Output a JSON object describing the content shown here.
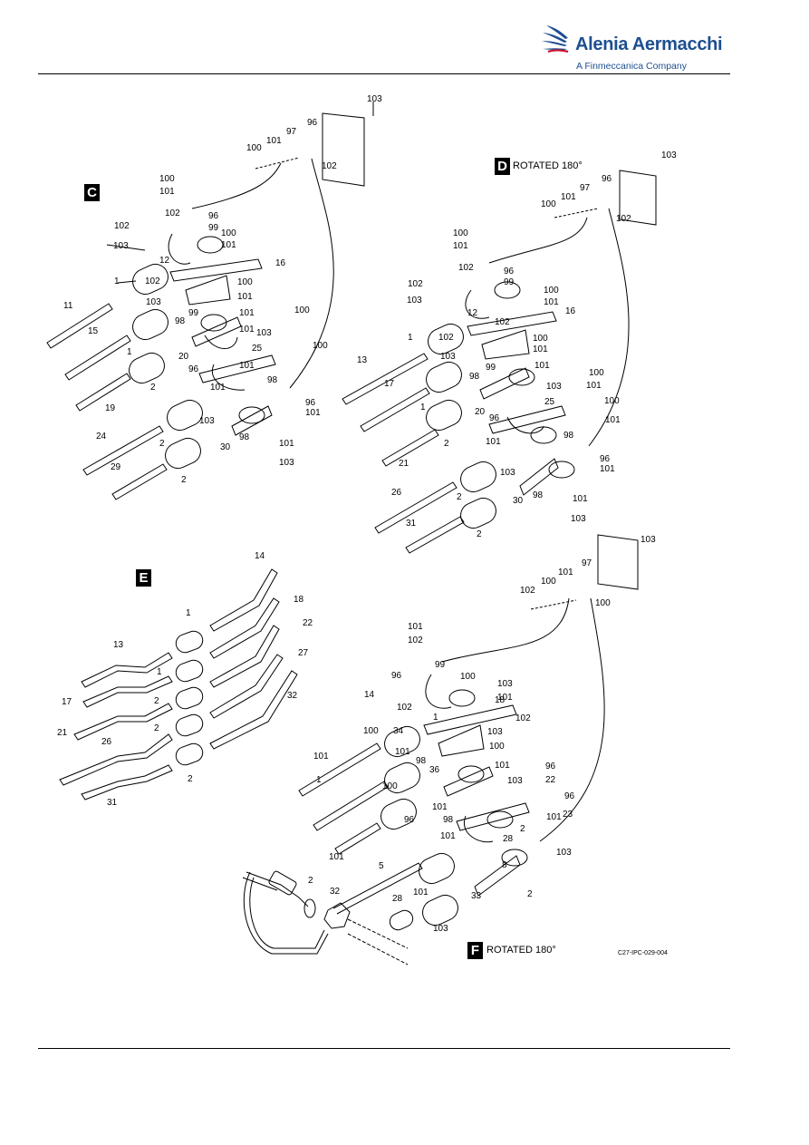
{
  "header": {
    "brand_name": "Alenia Aermacchi",
    "brand_tagline": "A Finmeccanica Company",
    "brand_color": "#1d4f91",
    "logo_icon": "swoosh-logo-icon"
  },
  "views": {
    "c": {
      "letter": "C",
      "note": ""
    },
    "d": {
      "letter": "D",
      "note": "ROTATED 180°"
    },
    "e": {
      "letter": "E",
      "note": ""
    },
    "f": {
      "letter": "F",
      "note": "ROTATED 180°"
    }
  },
  "figure_ref": "C27-IPC-029-004",
  "callouts": {
    "c": [
      "103",
      "96",
      "97",
      "101",
      "100",
      "102",
      "100",
      "101",
      "102",
      "96",
      "99",
      "100",
      "102",
      "101",
      "103",
      "12",
      "16",
      "1",
      "102",
      "100",
      "103",
      "101",
      "11",
      "15",
      "100",
      "99",
      "98",
      "101",
      "103",
      "101",
      "25",
      "100",
      "1",
      "20",
      "96",
      "101",
      "2",
      "19",
      "98",
      "101",
      "96",
      "103",
      "101",
      "24",
      "2",
      "30",
      "98",
      "101",
      "29",
      "2",
      "103"
    ],
    "d": [
      "103",
      "96",
      "97",
      "101",
      "100",
      "102",
      "100",
      "101",
      "102",
      "96",
      "99",
      "100",
      "102",
      "101",
      "103",
      "12",
      "16",
      "1",
      "102",
      "102",
      "100",
      "13",
      "103",
      "101",
      "99",
      "101",
      "100",
      "17",
      "98",
      "103",
      "101",
      "1",
      "20",
      "25",
      "100",
      "96",
      "101",
      "21",
      "2",
      "101",
      "98",
      "96",
      "103",
      "101",
      "26",
      "2",
      "30",
      "98",
      "101",
      "31",
      "2",
      "103"
    ],
    "e": [
      "14",
      "18",
      "1",
      "22",
      "13",
      "27",
      "1",
      "32",
      "17",
      "2",
      "21",
      "2",
      "26",
      "2",
      "31"
    ],
    "f": [
      "103",
      "97",
      "101",
      "100",
      "102",
      "100",
      "101",
      "102",
      "96",
      "99",
      "100",
      "103",
      "14",
      "101",
      "102",
      "18",
      "1",
      "102",
      "100",
      "34",
      "103",
      "101",
      "101",
      "100",
      "96",
      "98",
      "103",
      "101",
      "36",
      "1",
      "22",
      "100",
      "96",
      "101",
      "101",
      "98",
      "23",
      "2",
      "101",
      "96",
      "101",
      "28",
      "103",
      "5",
      "8",
      "2",
      "32",
      "101",
      "33",
      "2",
      "28",
      "103"
    ]
  }
}
